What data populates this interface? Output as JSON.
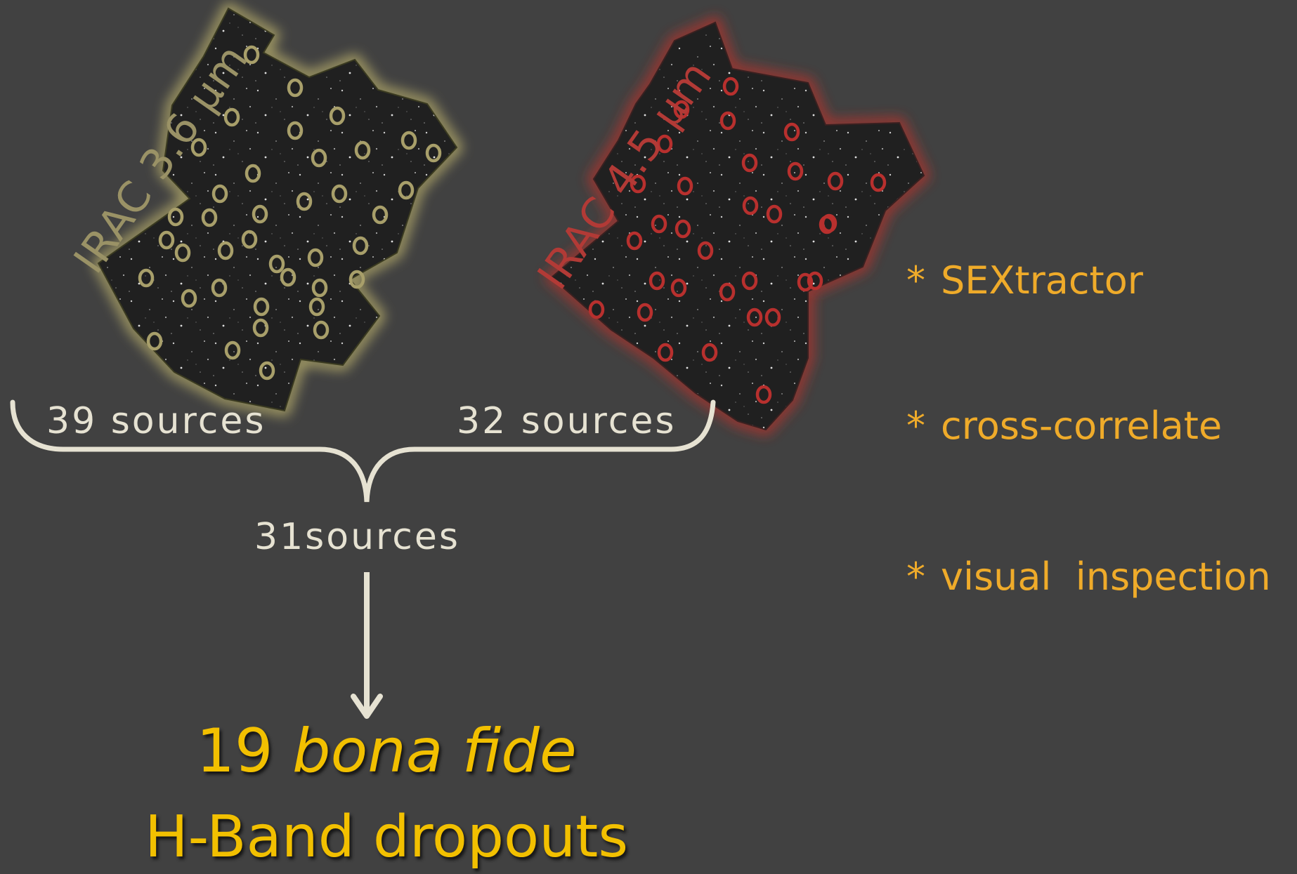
{
  "fields": [
    {
      "label": "IRAC 3.6 μm",
      "count_label": "39 sources",
      "color": "#a89f6a",
      "glow": "#c9be72"
    },
    {
      "label": "IRAC 4.5 μm",
      "count_label": "32 sources",
      "color": "#b8302e",
      "glow": "#c0302a"
    }
  ],
  "merged_label": "31sources",
  "result": {
    "number": "19",
    "italic": "bona fide",
    "line2": "H-Band dropouts"
  },
  "steps": [
    {
      "bullet": "*",
      "text": "SEXtractor"
    },
    {
      "bullet": "*",
      "text": "cross-correlate"
    },
    {
      "bullet": "*",
      "text": "visual  inspection"
    }
  ],
  "colors": {
    "background": "#414141",
    "bracket": "#e6e2d2",
    "result_text": "#f2c000",
    "step_text": "#efab2a"
  }
}
